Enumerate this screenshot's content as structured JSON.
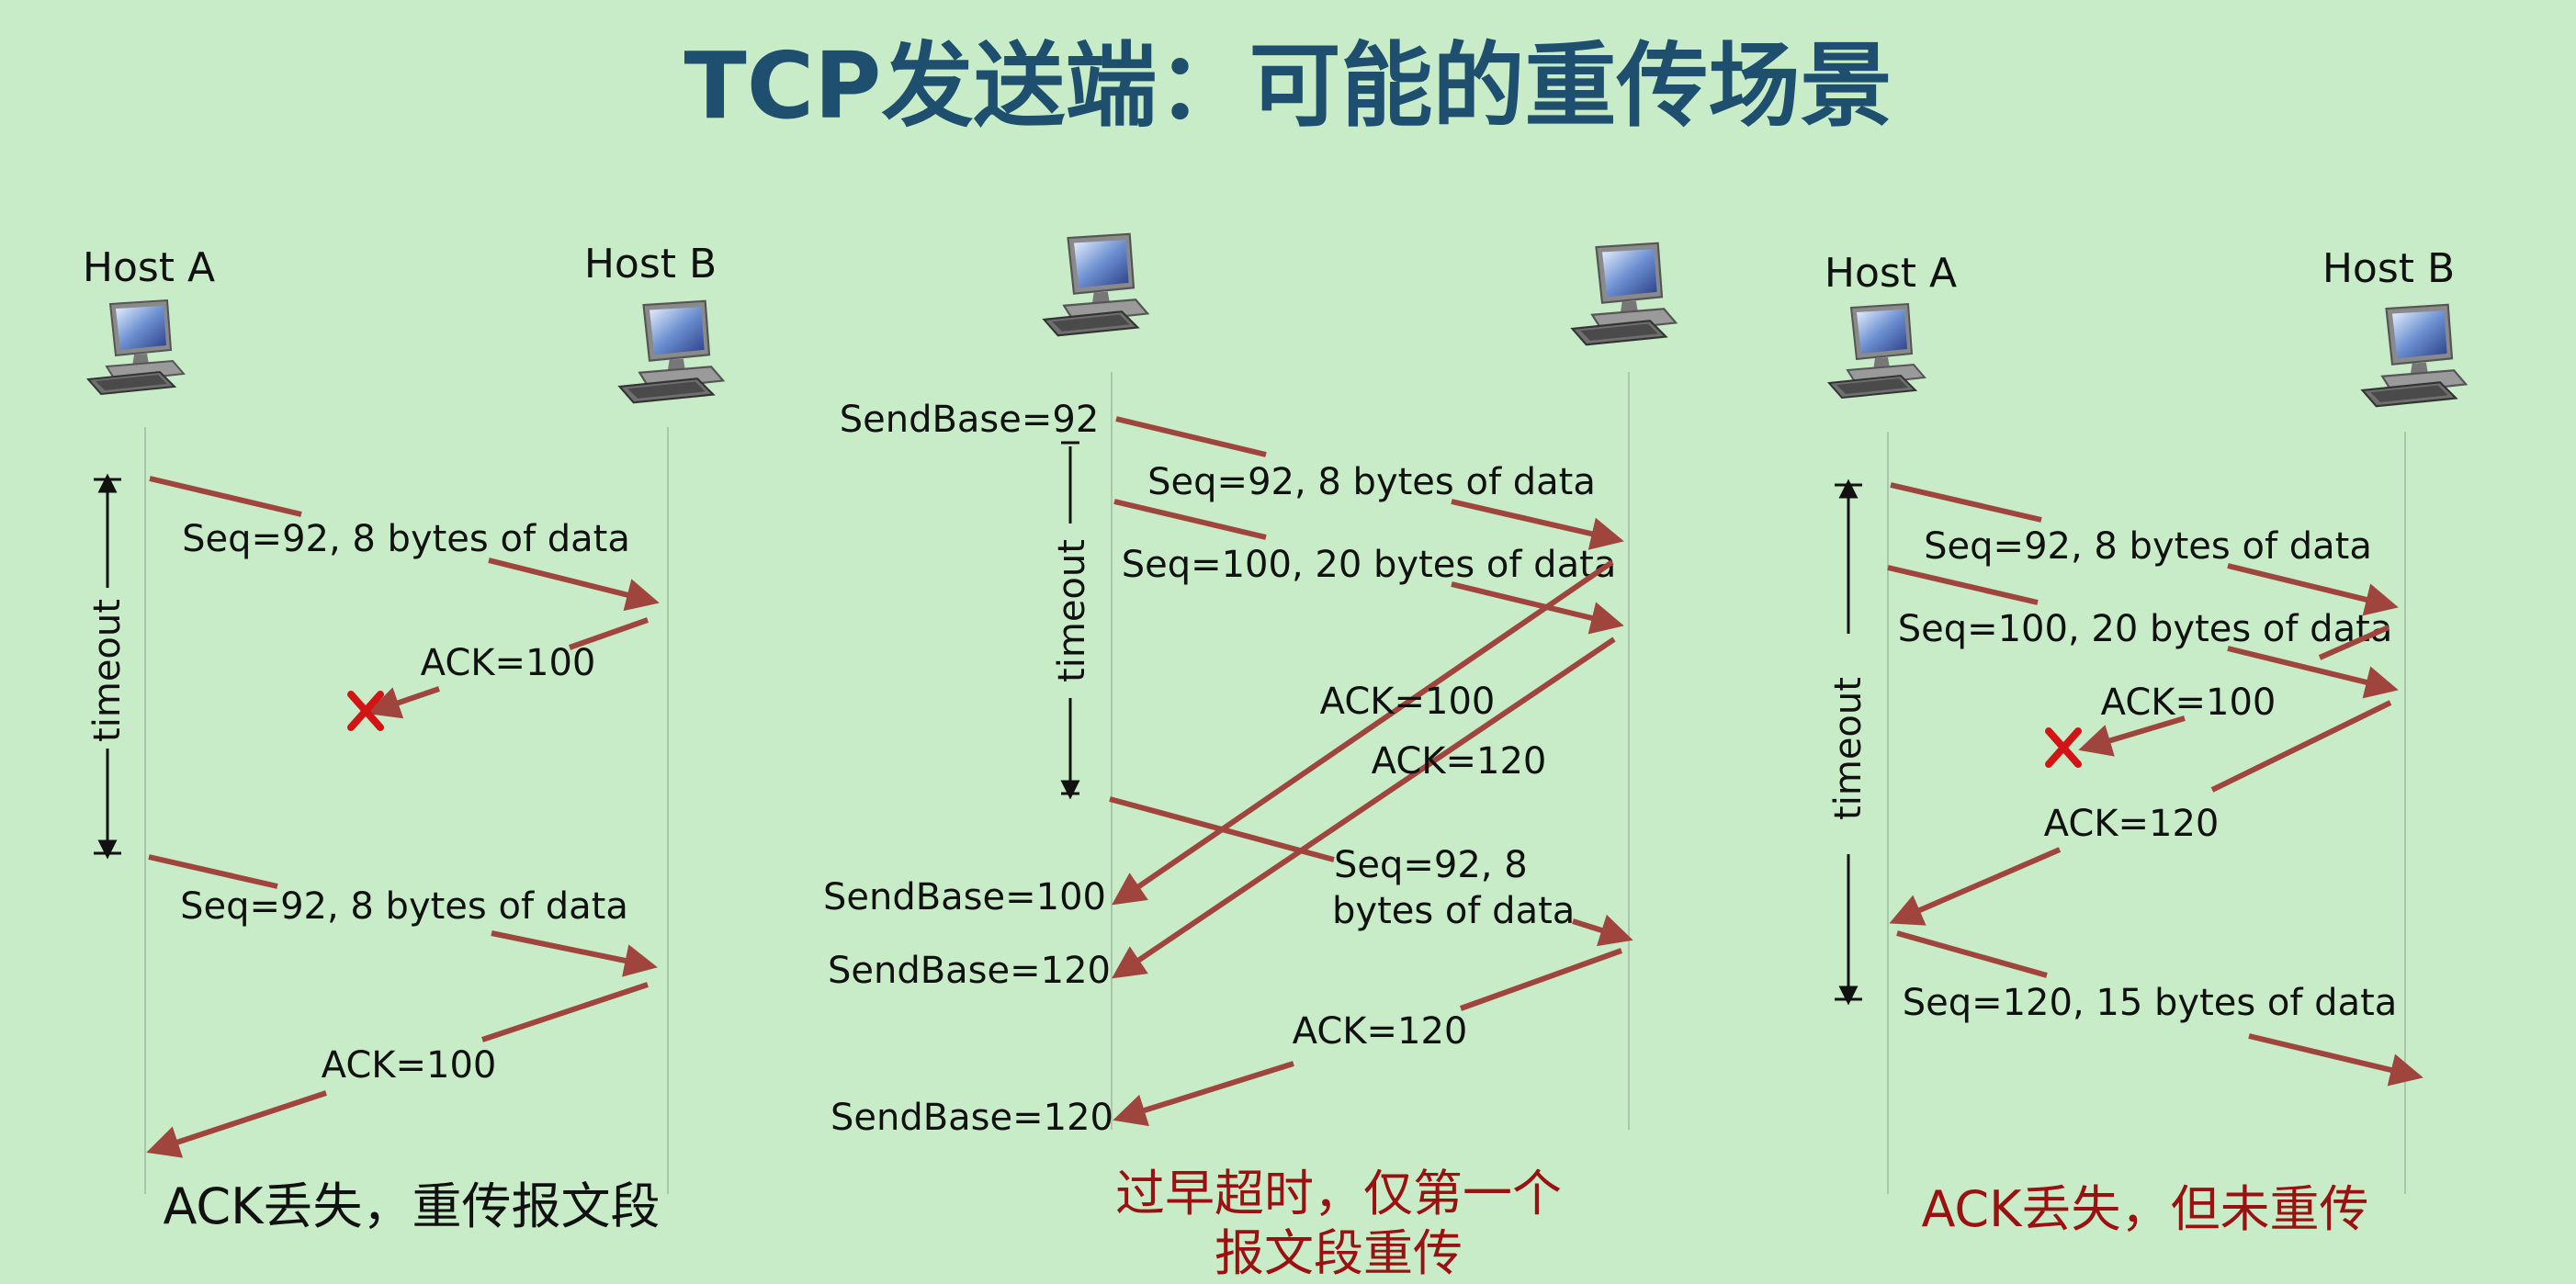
{
  "title": "TCP发送端：可能的重传场景",
  "colors": {
    "background": "#c8ecc8",
    "title": "#1e4f6e",
    "arrow": "#a0453e",
    "loss_mark": "#d21414",
    "caption_red": "#9b1010"
  },
  "icons": {
    "host": "desktop-computer-icon",
    "loss": "red-x-icon"
  },
  "scenarios": [
    {
      "host_a": "Host A",
      "host_b": "Host B",
      "timer": "timeout",
      "labels": [
        "Seq=92, 8 bytes of data",
        "ACK=100",
        "Seq=92, 8 bytes of data",
        "ACK=100"
      ],
      "caption": "ACK丢失，重传报文段"
    },
    {
      "timer": "timeout",
      "labels": [
        "SendBase=92",
        "Seq=92, 8 bytes of data",
        "Seq=100, 20 bytes of data",
        "ACK=100",
        "ACK=120",
        "Seq=92,  8",
        "bytes of data",
        "SendBase=100",
        "SendBase=120",
        "ACK=120",
        "SendBase=120"
      ],
      "caption": [
        "过早超时，仅第一个",
        "报文段重传"
      ]
    },
    {
      "host_a": "Host A",
      "host_b": "Host B",
      "timer": "timeout",
      "labels": [
        "Seq=92, 8 bytes of data",
        "Seq=100, 20 bytes of data",
        "ACK=100",
        "ACK=120",
        "Seq=120,  15 bytes of data"
      ],
      "caption": "ACK丢失，但未重传"
    }
  ]
}
